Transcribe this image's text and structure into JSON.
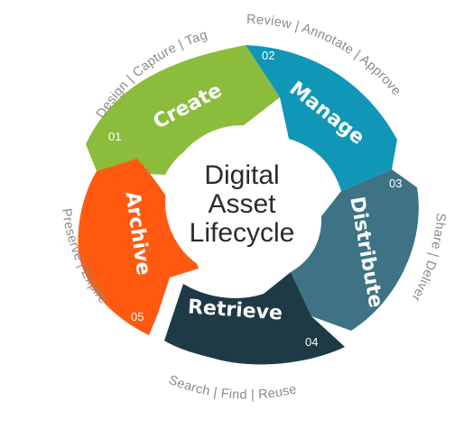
{
  "center": {
    "line1": "Digital",
    "line2": "Asset",
    "line3": "Lifecycle"
  },
  "stages": [
    {
      "id": "create",
      "number": "01",
      "title": "Create",
      "actions": "Design | Capture | Tag",
      "color": "#8cbc3c"
    },
    {
      "id": "manage",
      "number": "02",
      "title": "Manage",
      "actions": "Review | Annotate | Approve",
      "color": "#1097b8"
    },
    {
      "id": "distribute",
      "number": "03",
      "title": "Distribute",
      "actions": "Share | Deliver",
      "color": "#3d7385"
    },
    {
      "id": "retrieve",
      "number": "04",
      "title": "Retrieve",
      "actions": "Search | Find | Reuse",
      "color": "#1e3a45"
    },
    {
      "id": "archive",
      "number": "05",
      "title": "Archive",
      "actions": "Preserve | Expire",
      "color": "#ff5a10"
    }
  ]
}
